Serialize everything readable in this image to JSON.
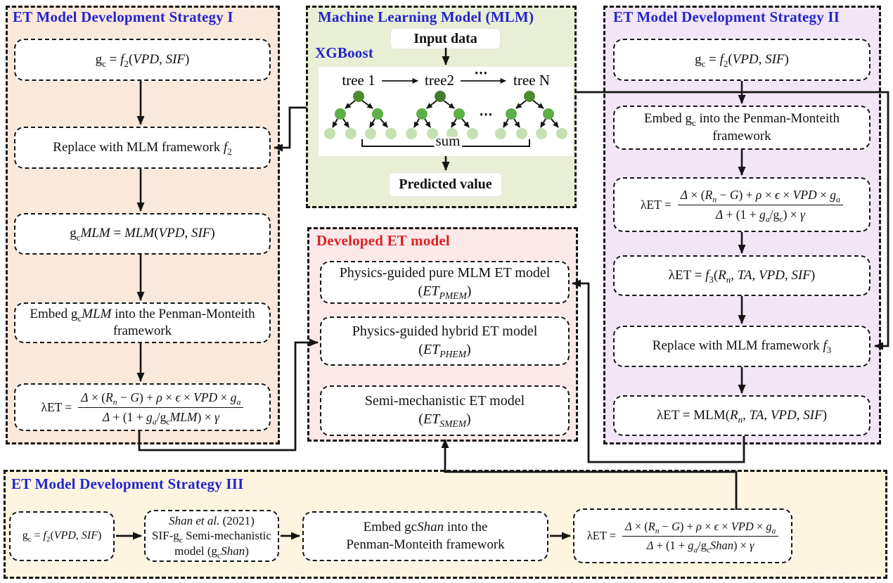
{
  "colors": {
    "title_blue": "#2424cd",
    "title_red": "#dd1f23",
    "strategy1_bg": "#fae8da",
    "mlm_bg": "#e9efd5",
    "strategy2_bg": "#f2e5f6",
    "developed_bg": "#fbe9e9",
    "strategy3_bg": "#fdf5e0",
    "tree_root_green": "#4e8a2f",
    "tree_mid_green": "#5cb047",
    "tree_leaf_green": "#c6e0b4",
    "line_black": "#141414"
  },
  "strategy1": {
    "title": "ET Model Development Strategy I",
    "b1": "g_{c} = *f*_{2}(*VPD*, *SIF*)",
    "b2": "Replace with MLM framework *f*_{2}",
    "b3": "g_{c}*MLM* = *MLM*(*VPD*, *SIF*)",
    "b4": "Embed g_{c}*MLM* into the Penman-Monteith framework",
    "b5": {
      "lhs": "λET =",
      "num": "*Δ* × (*R*_{*n*} − *G*) + *ρ* × *ϵ* × *VPD* × *g*_{*a*}",
      "den": "*Δ* + (1 + *g*_{*a*}/g_{c}*MLM*) × *γ*"
    }
  },
  "mlm": {
    "title": "Machine Learning Model (MLM)",
    "algorithm": "XGBoost",
    "input_label": "Input data",
    "predicted_label": "Predicted value",
    "tree1_label": "tree 1",
    "tree2_label": "tree2",
    "treeN_label": "tree N",
    "dots": "⋯",
    "sum_label": "sum"
  },
  "strategy2": {
    "title": "ET Model Development Strategy II",
    "b1": "g_{c} = *f*_{2}(*VPD*, *SIF*)",
    "b2": "Embed g_{c} into the Penman-Monteith framework",
    "b3": {
      "lhs": "λET =",
      "num": "*Δ* × (*R*_{*n*} − *G*) + *ρ* × *ϵ* × *VPD* × *g*_{*a*}",
      "den": "*Δ* + (1 + *g*_{*a*}/g_{c}) × *γ*"
    },
    "b4": "λET = *f*_{3}(*R*_{*n*}, *TA*, *VPD*, *SIF*)",
    "b5": "Replace with MLM framework *f*_{3}",
    "b6": "λET = MLM(*R*_{*n*}, *TA*, *VPD*, *SIF*)"
  },
  "developed": {
    "title": "Developed ET model",
    "pmem": {
      "line1": "Physics-guided pure MLM ET model",
      "line2": "(*ET*_{*PMEM*})"
    },
    "phem": {
      "line1": "Physics-guided hybrid ET model",
      "line2": "(*ET*_{*PHEM*})"
    },
    "smem": {
      "line1": "Semi-mechanistic ET model",
      "line2": "(*ET*_{*SMEM*})"
    }
  },
  "strategy3": {
    "title": "ET Model Development Strategy III",
    "b1": "g_{c} = *f*_{2}(*VPD*, *SIF*)",
    "b2": {
      "line1": "*Shan et al.* (2021)",
      "line2": "SIF-g_{c} Semi-mechanistic",
      "line3": "model (g_{c}*Shan*)"
    },
    "b3": {
      "line1": "Embed gc*Shan* into the",
      "line2": "Penman-Monteith framework"
    },
    "b4": {
      "lhs": "λET =",
      "num": "*Δ* × (*R*_{*n*} − *G*) + *ρ* × *ϵ* × *VPD* × *g*_{*a*}",
      "den": "*Δ* + (1 + *g*_{*a*}/g_{c}*Shan*) × *γ*"
    }
  }
}
